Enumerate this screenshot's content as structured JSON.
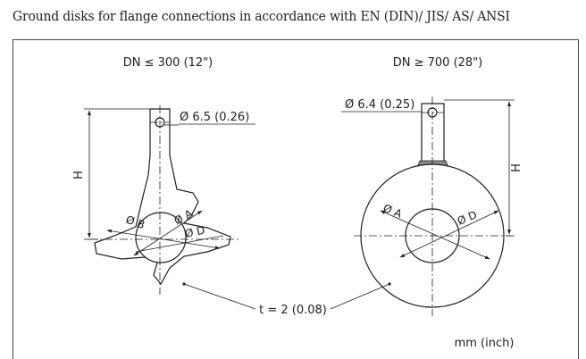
{
  "header": {
    "title": "Ground disks for flange connections in accordance with EN (DIN)/ JIS/ AS/ ANSI"
  },
  "drawing": {
    "left_view": {
      "heading": "DN ≤ 300 (12\")",
      "hole_label": "Ø 6.5 (0.26)",
      "height_label": "H",
      "label_b": "Ø B",
      "label_a": "Ø A",
      "label_d": "Ø D"
    },
    "right_view": {
      "heading": "DN ≥ 700 (28\")",
      "hole_label": "Ø 6.4 (0.25)",
      "height_label": "H",
      "label_a": "Ø A",
      "label_d": "Ø D"
    },
    "thickness_label": "t = 2 (0.08)",
    "units_label": "mm (inch)"
  }
}
